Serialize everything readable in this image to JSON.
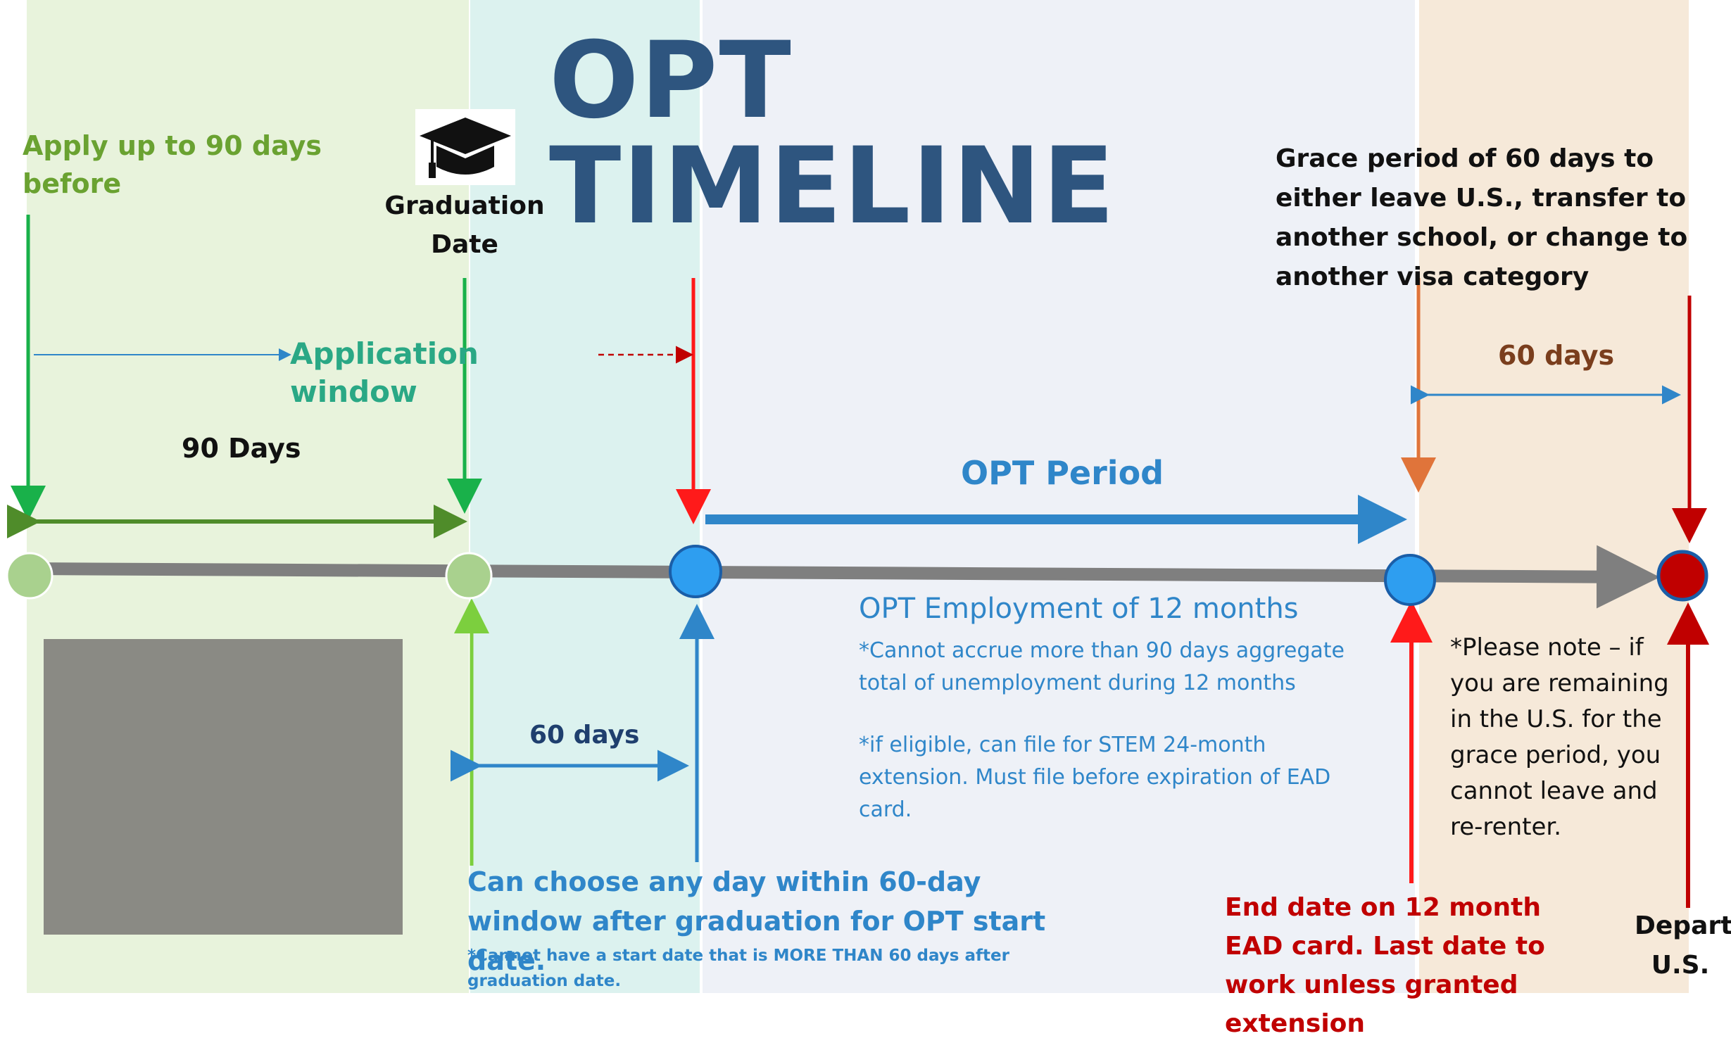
{
  "title": "OPT TIMELINE",
  "apply_label": "Apply up to 90 days before",
  "graduation_label": "Graduation Date",
  "application_window_label": "Application window",
  "ninety_days_label": "90 Days",
  "opt_period_label": "OPT Period",
  "grace_period_label": "Grace period of 60 days to either leave U.S., transfer to another school, or change to another visa category",
  "sixty_days_grace_label": "60 days",
  "sixty_days_window_label": "60 days",
  "opt_employment": {
    "heading": "OPT Employment of 12 months",
    "note_1": "*Cannot accrue more than 90 days aggregate total of unemployment during 12 months",
    "note_2": "*if eligible, can file for STEM 24-month extension. Must file before expiration of EAD card."
  },
  "start_date_note": {
    "heading": "Can choose any day within 60-day window after graduation for OPT start date.",
    "footnote": "*Cannot have a start date that is MORE THAN 60 days after graduation date."
  },
  "end_date_note": "End date on 12 month EAD card. Last date to work unless granted extension",
  "please_note": "*Please note – if you are remaining in the U.S. for the grace period, you cannot leave and re-renter.",
  "depart_label": "Depart U.S.",
  "colors": {
    "band_green": "#e8f3dc",
    "band_teal": "#dcf2ef",
    "band_blue": "#eef1f7",
    "band_tan": "#f6e9d9",
    "title": "#2e557f",
    "green_text": "#6aa231",
    "teal_text": "#2aa885",
    "blue": "#2f86c9",
    "red": "#c00000",
    "brown": "#7a3e1d",
    "timeline_gray": "#7f7f7f"
  }
}
